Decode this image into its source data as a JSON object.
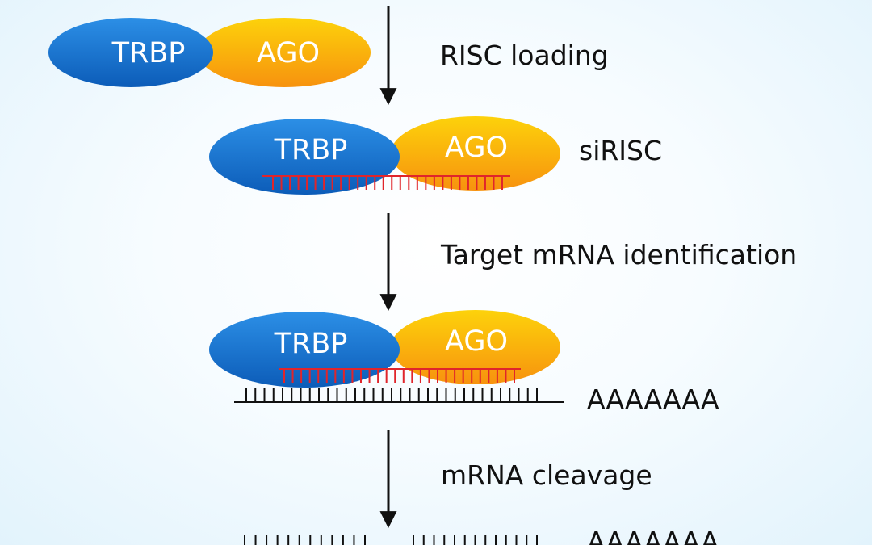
{
  "steps": {
    "risc_loading": "RISC loading",
    "sirisc": "siRISC",
    "target_identification": "Target mRNA identification",
    "cleavage": "mRNA cleavage"
  },
  "complex": {
    "trbp_label": "TRBP",
    "ago_label": "AGO"
  },
  "mrna": {
    "poly_a_tail": "AAAAAAA"
  },
  "colors": {
    "trbp_fill": "#1a73d1",
    "ago_fill": "#f9b10f",
    "sirna_strand": "#e0252b",
    "mrna_strand": "#111111",
    "arrow": "#111111"
  }
}
